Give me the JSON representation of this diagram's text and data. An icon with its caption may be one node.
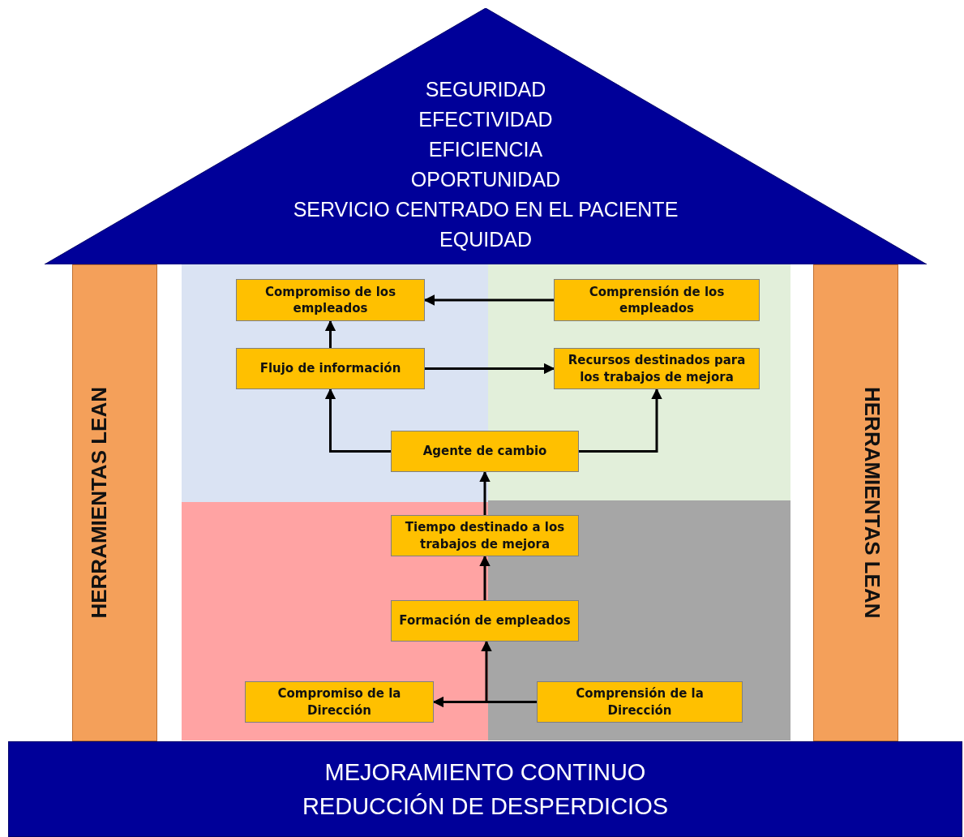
{
  "diagram": {
    "nodes": [
      {
        "text": [
          "SEGURIDAD",
          "EFECTIVIDAD",
          "EFICIENCIA",
          "OPORTUNIDAD",
          "SERVICIO CENTRADO EN EL PACIENTE",
          "EQUIDAD"
        ]
      },
      {
        "text": [
          "HERRAMIENTAS LEAN"
        ]
      },
      {
        "text": [
          "HERRAMIENTAS LEAN"
        ]
      },
      {
        "text": [
          "MEJORAMIENTO CONTINUO",
          "REDUCCIÓN DE DESPERDICIOS"
        ]
      },
      {
        "text": [
          "Compromiso de los empleados"
        ]
      },
      {
        "text": [
          "Comprensión de los empleados"
        ]
      },
      {
        "text": [
          "Flujo de información"
        ]
      },
      {
        "text": [
          "Recursos destinados para los trabajos de mejora"
        ]
      },
      {
        "text": [
          "Agente de cambio"
        ]
      },
      {
        "text": [
          "Tiempo destinado a los trabajos de mejora"
        ]
      },
      {
        "text": [
          "Formación de empleados"
        ]
      },
      {
        "text": [
          "Compromiso de la Dirección"
        ]
      },
      {
        "text": [
          "Comprensión de la Dirección"
        ]
      }
    ],
    "edges": [
      {
        "from": 5,
        "to": 4,
        "arrow": "to"
      },
      {
        "from": 6,
        "to": 4,
        "arrow": "to"
      },
      {
        "from": 6,
        "to": 7,
        "arrow": "to"
      },
      {
        "from": 8,
        "to": 6,
        "arrow": "to"
      },
      {
        "from": 8,
        "to": 7,
        "arrow": "to"
      },
      {
        "from": 9,
        "to": 8,
        "arrow": "to"
      },
      {
        "from": 10,
        "to": 9,
        "arrow": "to"
      },
      {
        "from": 12,
        "to": 11,
        "arrow": "to"
      },
      {
        "from": 12,
        "to": 10,
        "arrow": "to"
      }
    ]
  }
}
